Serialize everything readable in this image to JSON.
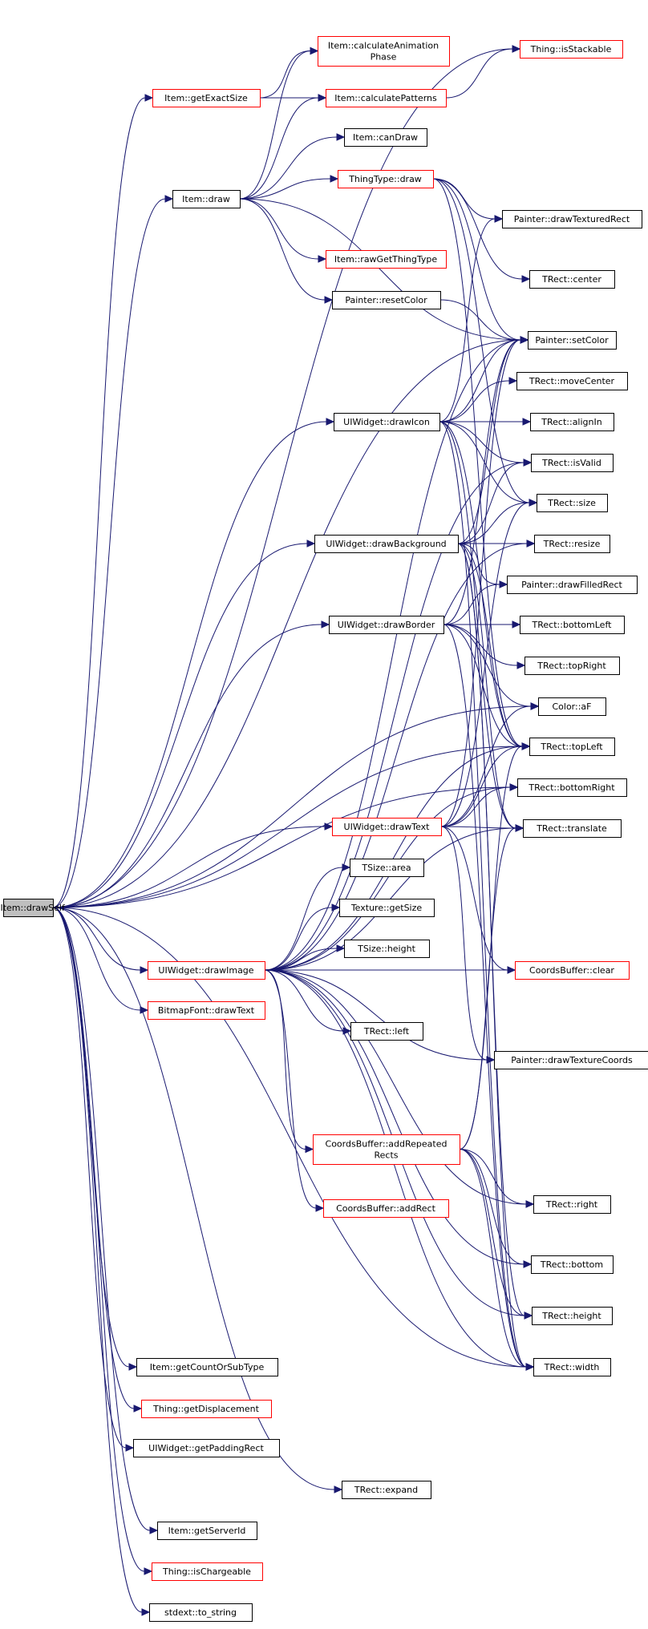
{
  "colors": {
    "edge": "#191970",
    "border_normal": "#000000",
    "border_truncated": "#ff0000",
    "root_fill": "#bfbfbf",
    "node_fill": "#ffffff"
  },
  "nodes": [
    {
      "id": "root",
      "label": "UIItem::drawSelf",
      "style": "root"
    },
    {
      "id": "exact",
      "label": "Item::getExactSize",
      "style": "red"
    },
    {
      "id": "calcanim",
      "label": "Item::calculateAnimation\nPhase",
      "style": "red"
    },
    {
      "id": "stack",
      "label": "Thing::isStackable",
      "style": "red"
    },
    {
      "id": "calcpat",
      "label": "Item::calculatePatterns",
      "style": "red"
    },
    {
      "id": "candraw",
      "label": "Item::canDraw",
      "style": "black"
    },
    {
      "id": "itemdraw",
      "label": "Item::draw",
      "style": "black"
    },
    {
      "id": "ttdraw",
      "label": "ThingType::draw",
      "style": "red"
    },
    {
      "id": "texrect",
      "label": "Painter::drawTexturedRect",
      "style": "black"
    },
    {
      "id": "rawget",
      "label": "Item::rawGetThingType",
      "style": "red"
    },
    {
      "id": "center",
      "label": "TRect::center",
      "style": "black"
    },
    {
      "id": "reset",
      "label": "Painter::resetColor",
      "style": "black"
    },
    {
      "id": "setcolor",
      "label": "Painter::setColor",
      "style": "black"
    },
    {
      "id": "movec",
      "label": "TRect::moveCenter",
      "style": "black"
    },
    {
      "id": "drawicon",
      "label": "UIWidget::drawIcon",
      "style": "black"
    },
    {
      "id": "alignin",
      "label": "TRect::alignIn",
      "style": "black"
    },
    {
      "id": "isvalid",
      "label": "TRect::isValid",
      "style": "black"
    },
    {
      "id": "size",
      "label": "TRect::size",
      "style": "black"
    },
    {
      "id": "drawbg",
      "label": "UIWidget::drawBackground",
      "style": "black"
    },
    {
      "id": "resize",
      "label": "TRect::resize",
      "style": "black"
    },
    {
      "id": "filled",
      "label": "Painter::drawFilledRect",
      "style": "black"
    },
    {
      "id": "drawborder",
      "label": "UIWidget::drawBorder",
      "style": "black"
    },
    {
      "id": "bleft",
      "label": "TRect::bottomLeft",
      "style": "black"
    },
    {
      "id": "tright",
      "label": "TRect::topRight",
      "style": "black"
    },
    {
      "id": "af",
      "label": "Color::aF",
      "style": "black"
    },
    {
      "id": "tleft",
      "label": "TRect::topLeft",
      "style": "black"
    },
    {
      "id": "bright",
      "label": "TRect::bottomRight",
      "style": "black"
    },
    {
      "id": "drawtext",
      "label": "UIWidget::drawText",
      "style": "red"
    },
    {
      "id": "translate",
      "label": "TRect::translate",
      "style": "black"
    },
    {
      "id": "area",
      "label": "TSize::area",
      "style": "black"
    },
    {
      "id": "getsize",
      "label": "Texture::getSize",
      "style": "black"
    },
    {
      "id": "theight",
      "label": "TSize::height",
      "style": "black"
    },
    {
      "id": "drawimage",
      "label": "UIWidget::drawImage",
      "style": "red"
    },
    {
      "id": "clear",
      "label": "CoordsBuffer::clear",
      "style": "red"
    },
    {
      "id": "bfdraw",
      "label": "BitmapFont::drawText",
      "style": "red"
    },
    {
      "id": "left",
      "label": "TRect::left",
      "style": "black"
    },
    {
      "id": "dtc",
      "label": "Painter::drawTextureCoords",
      "style": "black"
    },
    {
      "id": "addrep",
      "label": "CoordsBuffer::addRepeated\nRects",
      "style": "red"
    },
    {
      "id": "right",
      "label": "TRect::right",
      "style": "black"
    },
    {
      "id": "addrect",
      "label": "CoordsBuffer::addRect",
      "style": "red"
    },
    {
      "id": "bottom",
      "label": "TRect::bottom",
      "style": "black"
    },
    {
      "id": "height",
      "label": "TRect::height",
      "style": "black"
    },
    {
      "id": "count",
      "label": "Item::getCountOrSubType",
      "style": "black"
    },
    {
      "id": "width",
      "label": "TRect::width",
      "style": "black"
    },
    {
      "id": "disp",
      "label": "Thing::getDisplacement",
      "style": "red"
    },
    {
      "id": "padrect",
      "label": "UIWidget::getPaddingRect",
      "style": "black"
    },
    {
      "id": "expand",
      "label": "TRect::expand",
      "style": "black"
    },
    {
      "id": "server",
      "label": "Item::getServerId",
      "style": "black"
    },
    {
      "id": "charge",
      "label": "Thing::isChargeable",
      "style": "red"
    },
    {
      "id": "tostr",
      "label": "stdext::to_string",
      "style": "black"
    }
  ],
  "edges": [
    [
      "root",
      "exact"
    ],
    [
      "root",
      "stack"
    ],
    [
      "root",
      "itemdraw"
    ],
    [
      "root",
      "setcolor"
    ],
    [
      "root",
      "drawicon"
    ],
    [
      "root",
      "drawbg"
    ],
    [
      "root",
      "drawborder"
    ],
    [
      "root",
      "af"
    ],
    [
      "root",
      "tleft"
    ],
    [
      "root",
      "bright"
    ],
    [
      "root",
      "drawtext"
    ],
    [
      "root",
      "drawimage"
    ],
    [
      "root",
      "bfdraw"
    ],
    [
      "root",
      "count"
    ],
    [
      "root",
      "width"
    ],
    [
      "root",
      "disp"
    ],
    [
      "root",
      "padrect"
    ],
    [
      "root",
      "expand"
    ],
    [
      "root",
      "server"
    ],
    [
      "root",
      "charge"
    ],
    [
      "root",
      "tostr"
    ],
    [
      "exact",
      "calcanim"
    ],
    [
      "exact",
      "calcpat"
    ],
    [
      "calcpat",
      "stack"
    ],
    [
      "itemdraw",
      "calcanim"
    ],
    [
      "itemdraw",
      "calcpat"
    ],
    [
      "itemdraw",
      "candraw"
    ],
    [
      "itemdraw",
      "ttdraw"
    ],
    [
      "itemdraw",
      "rawget"
    ],
    [
      "itemdraw",
      "reset"
    ],
    [
      "itemdraw",
      "setcolor"
    ],
    [
      "ttdraw",
      "texrect"
    ],
    [
      "ttdraw",
      "center"
    ],
    [
      "ttdraw",
      "setcolor"
    ],
    [
      "ttdraw",
      "size"
    ],
    [
      "ttdraw",
      "tleft"
    ],
    [
      "reset",
      "setcolor"
    ],
    [
      "drawicon",
      "texrect"
    ],
    [
      "drawicon",
      "setcolor"
    ],
    [
      "drawicon",
      "movec"
    ],
    [
      "drawicon",
      "alignin"
    ],
    [
      "drawicon",
      "isvalid"
    ],
    [
      "drawicon",
      "size"
    ],
    [
      "drawicon",
      "tleft"
    ],
    [
      "drawicon",
      "translate"
    ],
    [
      "drawicon",
      "width"
    ],
    [
      "drawbg",
      "setcolor"
    ],
    [
      "drawbg",
      "isvalid"
    ],
    [
      "drawbg",
      "size"
    ],
    [
      "drawbg",
      "resize"
    ],
    [
      "drawbg",
      "filled"
    ],
    [
      "drawbg",
      "tleft"
    ],
    [
      "drawbg",
      "translate"
    ],
    [
      "drawbg",
      "width"
    ],
    [
      "drawbg",
      "height"
    ],
    [
      "drawborder",
      "setcolor"
    ],
    [
      "drawborder",
      "filled"
    ],
    [
      "drawborder",
      "bleft"
    ],
    [
      "drawborder",
      "tright"
    ],
    [
      "drawborder",
      "af"
    ],
    [
      "drawborder",
      "tleft"
    ],
    [
      "drawborder",
      "width"
    ],
    [
      "drawtext",
      "setcolor"
    ],
    [
      "drawtext",
      "size"
    ],
    [
      "drawtext",
      "af"
    ],
    [
      "drawtext",
      "tleft"
    ],
    [
      "drawtext",
      "bright"
    ],
    [
      "drawtext",
      "translate"
    ],
    [
      "drawtext",
      "clear"
    ],
    [
      "drawtext",
      "dtc"
    ],
    [
      "drawimage",
      "setcolor"
    ],
    [
      "drawimage",
      "isvalid"
    ],
    [
      "drawimage",
      "resize"
    ],
    [
      "drawimage",
      "tleft"
    ],
    [
      "drawimage",
      "area"
    ],
    [
      "drawimage",
      "getsize"
    ],
    [
      "drawimage",
      "theight"
    ],
    [
      "drawimage",
      "left"
    ],
    [
      "drawimage",
      "clear"
    ],
    [
      "drawimage",
      "dtc"
    ],
    [
      "drawimage",
      "addrep"
    ],
    [
      "drawimage",
      "addrect"
    ],
    [
      "drawimage",
      "right"
    ],
    [
      "drawimage",
      "bottom"
    ],
    [
      "drawimage",
      "height"
    ],
    [
      "drawimage",
      "width"
    ],
    [
      "drawimage",
      "translate"
    ],
    [
      "drawimage",
      "bright"
    ],
    [
      "addrep",
      "tleft"
    ],
    [
      "addrep",
      "translate"
    ],
    [
      "addrep",
      "right"
    ],
    [
      "addrep",
      "bottom"
    ],
    [
      "addrep",
      "height"
    ],
    [
      "addrep",
      "width"
    ]
  ]
}
